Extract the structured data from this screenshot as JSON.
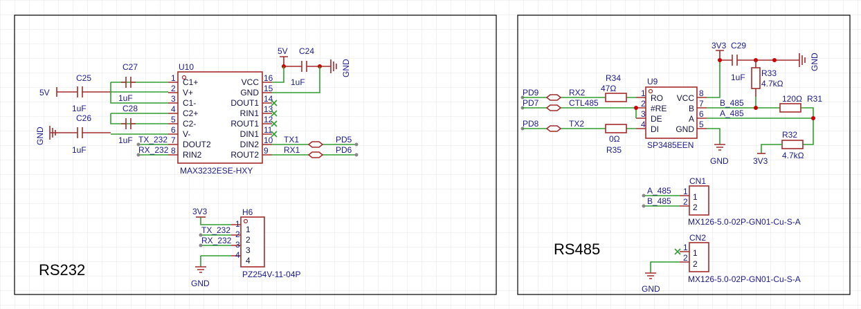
{
  "rs232": {
    "title": "RS232",
    "u10": {
      "ref": "U10",
      "part": "MAX3232ESE-HXY",
      "left_pins": [
        {
          "num": "1",
          "name": "C1+"
        },
        {
          "num": "2",
          "name": "V+"
        },
        {
          "num": "3",
          "name": "C1-"
        },
        {
          "num": "4",
          "name": "C2+"
        },
        {
          "num": "5",
          "name": "C2-"
        },
        {
          "num": "6",
          "name": "V-"
        },
        {
          "num": "7",
          "name": "DOUT2"
        },
        {
          "num": "8",
          "name": "RIN2"
        }
      ],
      "right_pins": [
        {
          "num": "16",
          "name": "VCC"
        },
        {
          "num": "15",
          "name": "GND"
        },
        {
          "num": "14",
          "name": "DOUT1"
        },
        {
          "num": "13",
          "name": "RIN1"
        },
        {
          "num": "12",
          "name": "ROUT1"
        },
        {
          "num": "11",
          "name": "DIN1"
        },
        {
          "num": "10",
          "name": "DIN2"
        },
        {
          "num": "9",
          "name": "ROUT2"
        }
      ]
    },
    "c25": {
      "ref": "C25",
      "value": "1uF"
    },
    "c27": {
      "ref": "C27",
      "value": "1uF"
    },
    "c28": {
      "ref": "C28",
      "value": "1uF"
    },
    "c26": {
      "ref": "C26",
      "value": "1uF"
    },
    "c24": {
      "ref": "C24",
      "value": "1uF"
    },
    "pwr_5v_left": "5V",
    "pwr_5v_top": "5V",
    "gnd": "GND",
    "net_tx232": "TX_232",
    "net_rx232": "RX_232",
    "net_tx1": "TX1",
    "net_rx1": "RX1",
    "port_pd5": "PD5",
    "port_pd6": "PD6",
    "h6": {
      "ref": "H6",
      "part": "PZ254V-11-04P",
      "pins": [
        "1",
        "2",
        "3",
        "4"
      ],
      "pwr": "3V3"
    }
  },
  "rs485": {
    "title": "RS485",
    "u9": {
      "ref": "U9",
      "part": "SP3485EEN",
      "left_pins": [
        {
          "num": "1",
          "name": "RO"
        },
        {
          "num": "2",
          "name": "#RE"
        },
        {
          "num": "3",
          "name": "DE"
        },
        {
          "num": "4",
          "name": "DI"
        }
      ],
      "right_pins": [
        {
          "num": "8",
          "name": "VCC"
        },
        {
          "num": "7",
          "name": "B"
        },
        {
          "num": "6",
          "name": "A"
        },
        {
          "num": "5",
          "name": "GND"
        }
      ]
    },
    "r34": {
      "ref": "R34",
      "value": "47Ω"
    },
    "r35": {
      "ref": "R35",
      "value": "0Ω"
    },
    "r33": {
      "ref": "R33",
      "value": "4.7kΩ"
    },
    "r31": {
      "ref": "R31",
      "value": "120Ω"
    },
    "r32": {
      "ref": "R32",
      "value": "4.7kΩ"
    },
    "c29": {
      "ref": "C29",
      "value": "1uF"
    },
    "pwr_3v3_top": "3V3",
    "pwr_3v3_bottom": "3V3",
    "gnd": "GND",
    "port_pd9": "PD9",
    "port_pd7": "PD7",
    "port_pd8": "PD8",
    "net_rx2": "RX2",
    "net_ctl485": "CTL485",
    "net_tx2": "TX2",
    "net_b485": "B_485",
    "net_a485": "A_485",
    "cn1": {
      "ref": "CN1",
      "part": "MX126-5.0-02P-GN01-Cu-S-A",
      "pins": [
        "1",
        "2"
      ],
      "net_a": "A_485",
      "net_b": "B_485"
    },
    "cn2": {
      "ref": "CN2",
      "part": "MX126-5.0-02P-GN01-Cu-S-A",
      "pins": [
        "1",
        "2"
      ],
      "gnd": "GND"
    }
  }
}
